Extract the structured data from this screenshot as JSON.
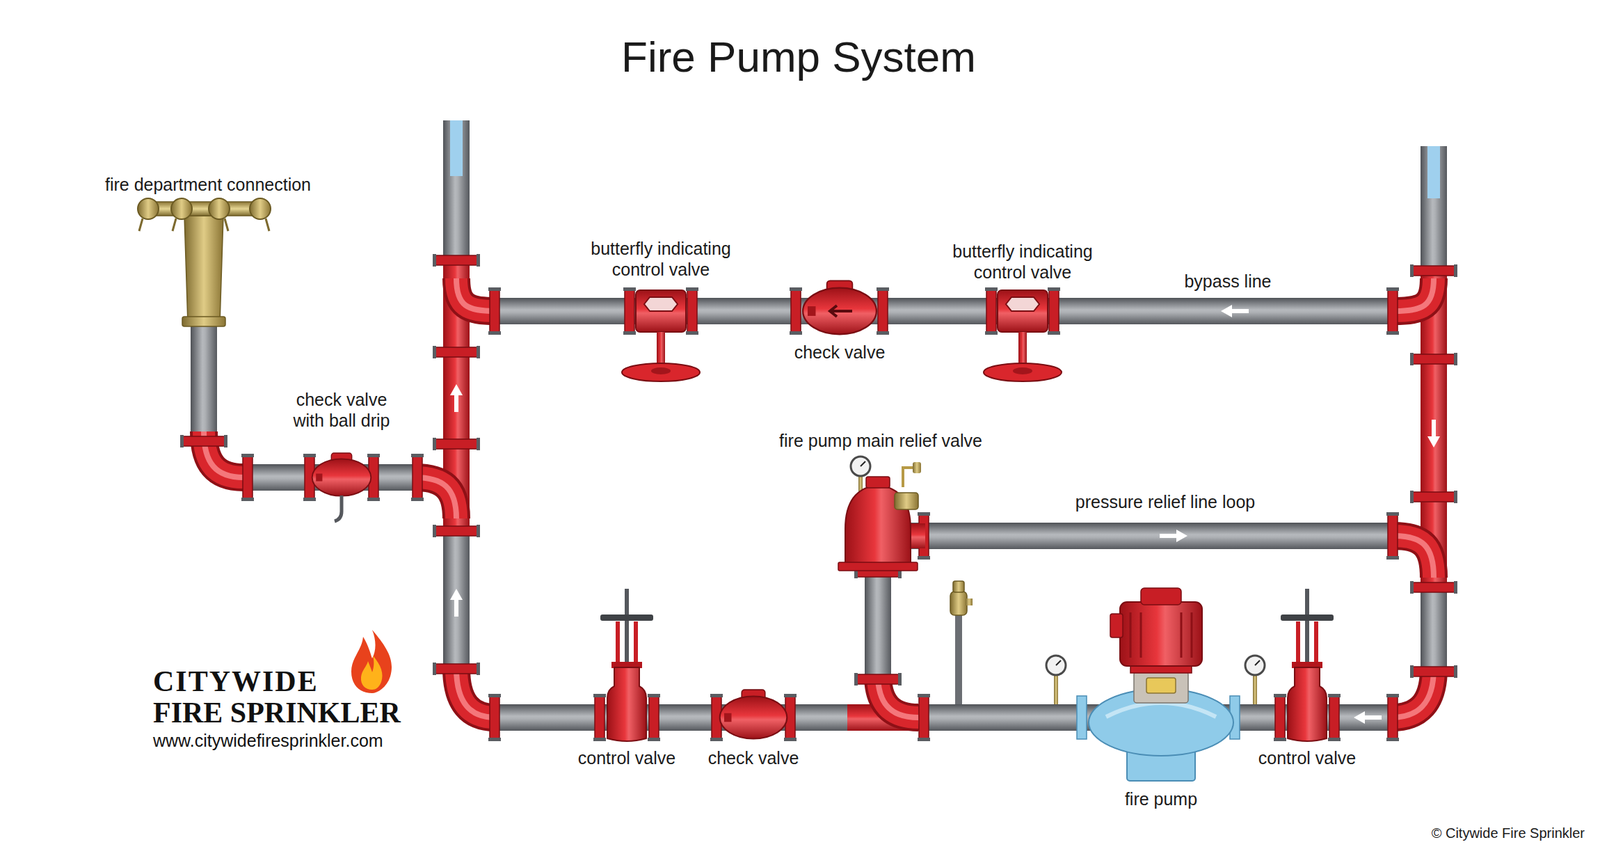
{
  "diagram": {
    "title": "Fire Pump System",
    "labels": [
      "fire department connection",
      "check valve with ball drip",
      "butterfly indicating control valve",
      "check valve",
      "butterfly indicating control valve",
      "bypass line",
      "fire pump main relief valve",
      "pressure relief line loop",
      "control valve",
      "check valve",
      "fire pump",
      "control valve",
      "CITYWIDE",
      "FIRE SPRINKLER",
      "www.citywidefiresprinkler.com",
      "© Citywide Fire Sprinkler"
    ]
  }
}
